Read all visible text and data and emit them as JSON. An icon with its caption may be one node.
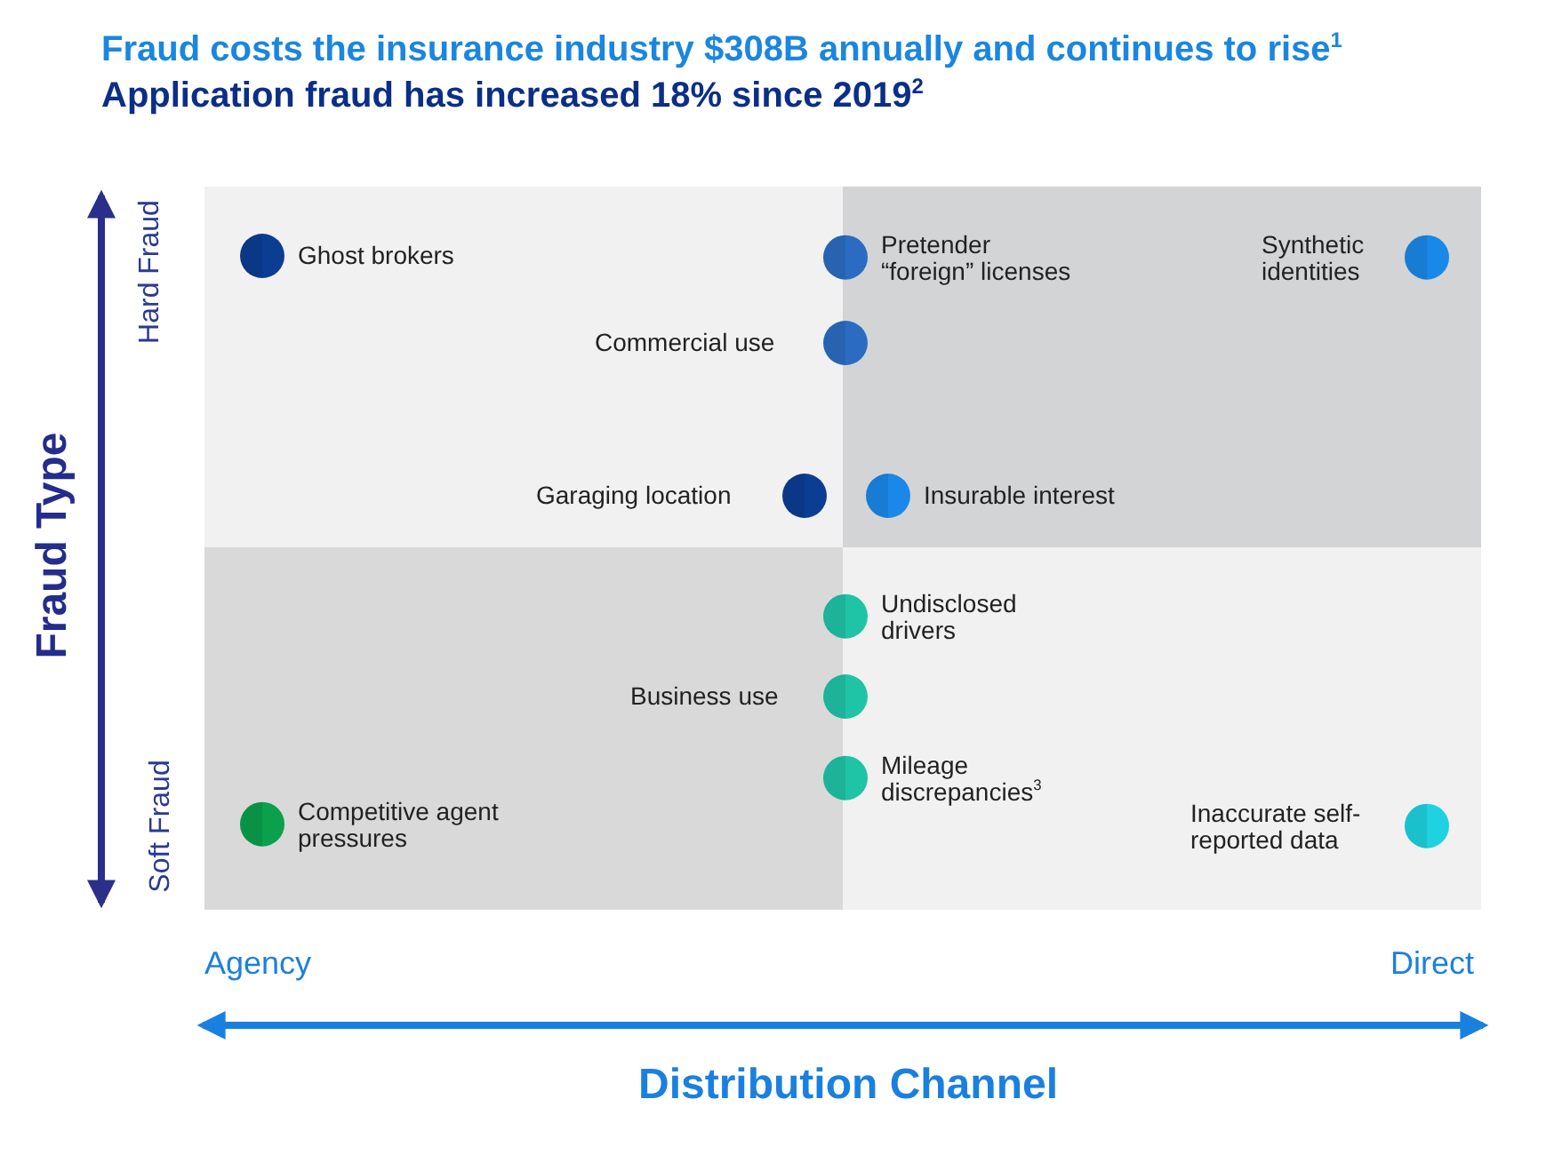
{
  "diagram": {
    "title": "Fraud costs the insurance industry $308B annually and continues to rise$^{1}$",
    "nodes": [
      {
        "text": [],
        "shape": "box"
      },
      {
        "text": [],
        "shape": "box"
      },
      {
        "text": [],
        "shape": "box"
      },
      {
        "text": [],
        "shape": "box"
      },
      {
        "text": [
          "Ghost brokers"
        ],
        "in": 0
      },
      {
        "text": [
          "Pretender “foreign” licenses"
        ]
      },
      {
        "text": [
          "Synthetic identities"
        ],
        "in": 1
      },
      {
        "text": [
          "Commercial use"
        ]
      },
      {
        "text": [
          "Garaging location"
        ],
        "in": 0
      },
      {
        "text": [
          "Insurable interest"
        ],
        "in": 1
      },
      {
        "text": [
          "Undisclosed drivers"
        ]
      },
      {
        "text": [
          "Business use"
        ]
      },
      {
        "text": [
          "Mileage discrepancies$^{3}$"
        ]
      },
      {
        "text": [
          "Competitive agent pressures"
        ],
        "in": 2
      },
      {
        "text": [
          "Inaccurate self-reported data"
        ],
        "in": 3
      }
    ],
    "labels": [
      "Application fraud has increased 18% since 2019$^{2}$",
      "Hard Fraud",
      "Fraud Type",
      "Soft Fraud",
      "Agency",
      "Direct",
      "Distribution Channel"
    ]
  }
}
